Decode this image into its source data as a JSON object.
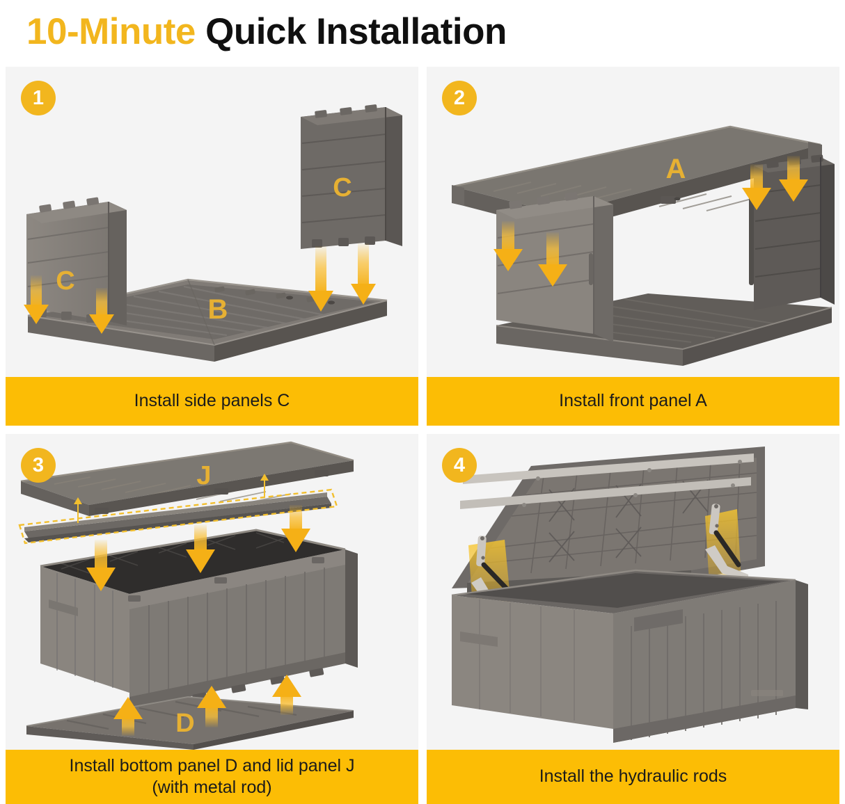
{
  "header": {
    "title_highlight": "10-Minute",
    "title_rest": "Quick Installation",
    "full_title": "10-Minute Quick Installation"
  },
  "theme": {
    "accent_yellow": "#F2B61E",
    "caption_yellow": "#FCBD05",
    "stage_background": "#F4F4F4",
    "page_background": "#FFFFFF",
    "part_label_gold": "#E6B033",
    "plastic_light": "#9A958F",
    "plastic_mid": "#817C77",
    "plastic_dark": "#55514E",
    "plastic_darker": "#3E3B39",
    "arrow_yellow": "#F7B61B",
    "metal_silver": "#C9C6C1"
  },
  "steps": [
    {
      "number": "1",
      "caption": "Install side panels C",
      "part_labels": [
        "C",
        "C",
        "B"
      ],
      "arrow_count": 4,
      "arrow_direction": "down"
    },
    {
      "number": "2",
      "caption": "Install front panel A",
      "part_labels": [
        "A"
      ],
      "arrow_count": 4,
      "arrow_direction": "down"
    },
    {
      "number": "3",
      "caption_line1": "Install bottom panel D and lid panel J",
      "caption_line2": "(with metal rod)",
      "caption": "Install bottom panel D and lid panel J (with metal rod)",
      "part_labels": [
        "J",
        "D"
      ],
      "arrow_count": 6,
      "arrow_direction": "down and up",
      "highlight": "dashed-outline-metal-rod"
    },
    {
      "number": "4",
      "caption": "Install the hydraulic rods",
      "part_labels": [],
      "arrow_count": 0,
      "highlight": "hydraulic-rod-glow"
    }
  ]
}
